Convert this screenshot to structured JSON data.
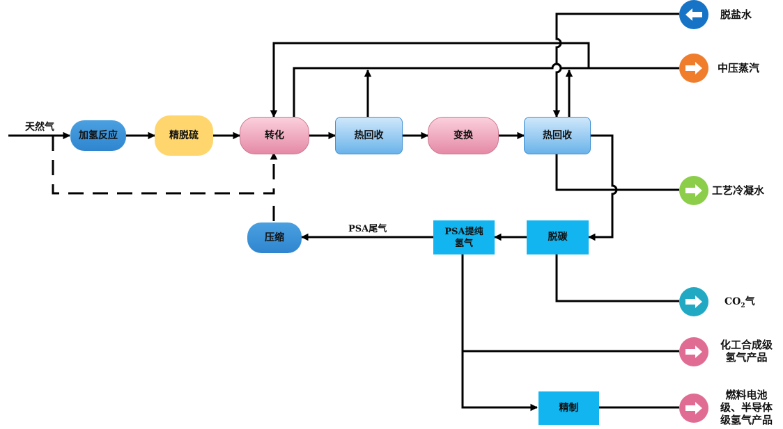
{
  "colors": {
    "line": "#000000",
    "hydrogenation": "#2f86cf",
    "desulfurization": "#ffd66e",
    "reforming": "#e58aa6",
    "heat_recovery": "#6ab3ea",
    "psa": "#12b5ef",
    "circle_blue": "#1673c5",
    "circle_orange": "#ef7d2c",
    "circle_green": "#8ccd4a",
    "circle_teal": "#21a9c4",
    "circle_pink": "#e06c93"
  },
  "input": {
    "natural_gas": "天然气"
  },
  "nodes": {
    "hydrogenation": "加氢反应",
    "fine_desulfurization": "精脱硫",
    "reforming": "转化",
    "heat_recovery_1": "热回收",
    "shift": "变换",
    "heat_recovery_2": "热回收",
    "decarbonization": "脱碳",
    "psa": "PSA提纯\n氢气",
    "compression": "压缩",
    "refining": "精制"
  },
  "edge_labels": {
    "psa_tail_gas": "PSA尾气"
  },
  "outputs": {
    "desalted_water": {
      "label": "脱盐水",
      "icon": "arrow-left-icon"
    },
    "medium_pressure_steam": {
      "label": "中压蒸汽",
      "icon": "arrow-right-icon"
    },
    "process_condensate": {
      "label": "工艺冷凝水",
      "icon": "arrow-right-icon"
    },
    "co2_prefix": "CO",
    "co2_sub": "2",
    "co2_suffix": "气",
    "chemical_h2": {
      "label": "化工合成级\n氢气产品",
      "icon": "arrow-right-icon"
    },
    "fuelcell_h2": {
      "label": "燃料电池\n级、半导体\n级氢气产品",
      "icon": "arrow-right-icon"
    }
  }
}
